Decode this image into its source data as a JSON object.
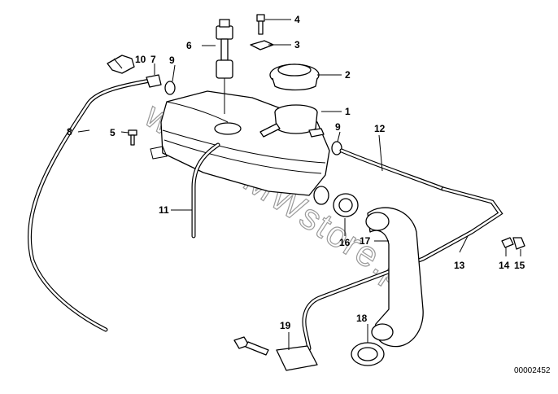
{
  "callouts": {
    "c1": "1",
    "c2": "2",
    "c3": "3",
    "c4": "4",
    "c5": "5",
    "c6": "6",
    "c7": "7",
    "c8": "8",
    "c9a": "9",
    "c9b": "9",
    "c10": "10",
    "c11": "11",
    "c12": "12",
    "c13": "13",
    "c14": "14",
    "c15": "15",
    "c16": "16",
    "c17": "17",
    "c18": "18",
    "c19": "19"
  },
  "watermark": "www.BMWstore.pl",
  "document_number": "00002452"
}
